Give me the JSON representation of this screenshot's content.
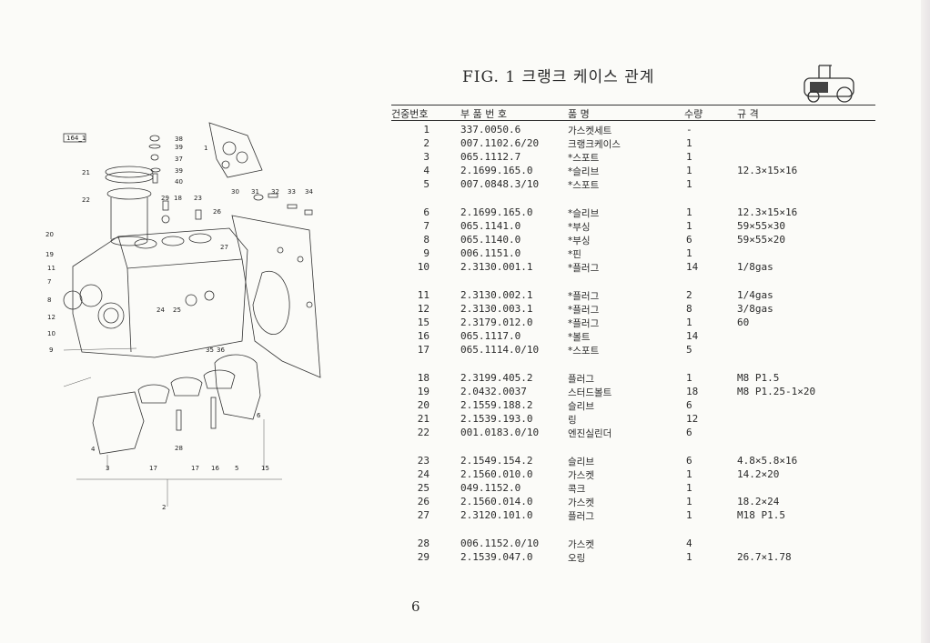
{
  "title": "FIG. 1 크랭크 케이스 관계",
  "page_number": "6",
  "diagram_ref": "164_1",
  "headers": {
    "no": "건중번호",
    "part": "부 품 번 호",
    "name": "품 명",
    "qty": "수량",
    "spec": "규 격"
  },
  "groups": [
    [
      {
        "no": "1",
        "part": "337.0050.6",
        "name": "가스켓세트",
        "qty": "-",
        "spec": ""
      },
      {
        "no": "2",
        "part": "007.1102.6/20",
        "name": "크랭크케이스",
        "qty": "1",
        "spec": ""
      },
      {
        "no": "3",
        "part": "065.1112.7",
        "name": "*스포트",
        "qty": "1",
        "spec": ""
      },
      {
        "no": "4",
        "part": "2.1699.165.0",
        "name": "*슬리브",
        "qty": "1",
        "spec": "12.3×15×16"
      },
      {
        "no": "5",
        "part": "007.0848.3/10",
        "name": "*스포트",
        "qty": "1",
        "spec": ""
      }
    ],
    [
      {
        "no": "6",
        "part": "2.1699.165.0",
        "name": "*슬리브",
        "qty": "1",
        "spec": "12.3×15×16"
      },
      {
        "no": "7",
        "part": "065.1141.0",
        "name": "*부싱",
        "qty": "1",
        "spec": "59×55×30"
      },
      {
        "no": "8",
        "part": "065.1140.0",
        "name": "*부싱",
        "qty": "6",
        "spec": "59×55×20"
      },
      {
        "no": "9",
        "part": "006.1151.0",
        "name": "*핀",
        "qty": "1",
        "spec": ""
      },
      {
        "no": "10",
        "part": "2.3130.001.1",
        "name": "*플러그",
        "qty": "14",
        "spec": "1/8gas"
      }
    ],
    [
      {
        "no": "11",
        "part": "2.3130.002.1",
        "name": "*플러그",
        "qty": "2",
        "spec": "1/4gas"
      },
      {
        "no": "12",
        "part": "2.3130.003.1",
        "name": "*플러그",
        "qty": "8",
        "spec": "3/8gas"
      },
      {
        "no": "15",
        "part": "2.3179.012.0",
        "name": "*플러그",
        "qty": "1",
        "spec": "60"
      },
      {
        "no": "16",
        "part": "065.1117.0",
        "name": "*볼트",
        "qty": "14",
        "spec": ""
      },
      {
        "no": "17",
        "part": "065.1114.0/10",
        "name": "*스포트",
        "qty": "5",
        "spec": ""
      }
    ],
    [
      {
        "no": "18",
        "part": "2.3199.405.2",
        "name": "플러그",
        "qty": "1",
        "spec": "M8 P1.5"
      },
      {
        "no": "19",
        "part": "2.0432.0037",
        "name": "스터드볼트",
        "qty": "18",
        "spec": "M8 P1.25-1×20"
      },
      {
        "no": "20",
        "part": "2.1559.188.2",
        "name": "슬리브",
        "qty": "6",
        "spec": ""
      },
      {
        "no": "21",
        "part": "2.1539.193.0",
        "name": "링",
        "qty": "12",
        "spec": ""
      },
      {
        "no": "22",
        "part": "001.0183.0/10",
        "name": "엔진실린더",
        "qty": "6",
        "spec": ""
      }
    ],
    [
      {
        "no": "23",
        "part": "2.1549.154.2",
        "name": "슬리브",
        "qty": "6",
        "spec": "4.8×5.8×16"
      },
      {
        "no": "24",
        "part": "2.1560.010.0",
        "name": "가스켓",
        "qty": "1",
        "spec": "14.2×20"
      },
      {
        "no": "25",
        "part": "049.1152.0",
        "name": "콕크",
        "qty": "1",
        "spec": ""
      },
      {
        "no": "26",
        "part": "2.1560.014.0",
        "name": "가스켓",
        "qty": "1",
        "spec": "18.2×24"
      },
      {
        "no": "27",
        "part": "2.3120.101.0",
        "name": "플러그",
        "qty": "1",
        "spec": "M18 P1.5"
      }
    ],
    [
      {
        "no": "28",
        "part": "006.1152.0/10",
        "name": "가스켓",
        "qty": "4",
        "spec": ""
      },
      {
        "no": "29",
        "part": "2.1539.047.0",
        "name": "오링",
        "qty": "1",
        "spec": "26.7×1.78"
      }
    ]
  ],
  "callouts": [
    "38",
    "39",
    "37",
    "39",
    "40",
    "21",
    "22",
    "29",
    "18",
    "23",
    "30",
    "31",
    "32",
    "33",
    "34",
    "26",
    "20",
    "27",
    "19",
    "11",
    "7",
    "8",
    "12",
    "10",
    "9",
    "24",
    "25",
    "35",
    "36",
    "6",
    "4",
    "28",
    "3",
    "17",
    "17",
    "16",
    "5",
    "15",
    "2",
    "1"
  ]
}
